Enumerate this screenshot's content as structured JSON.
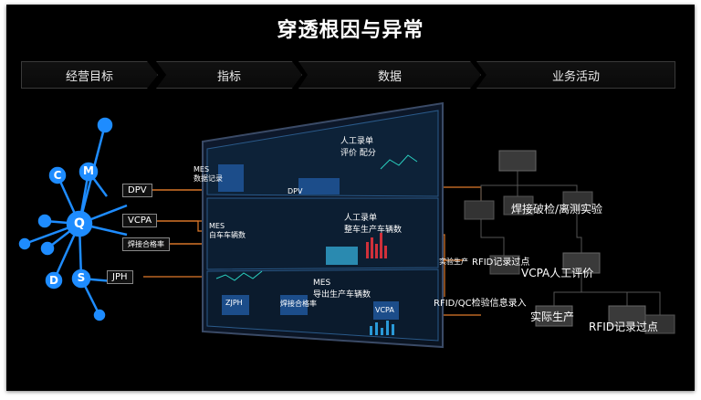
{
  "title": "穿透根因与异常",
  "steps": [
    "经营目标",
    "指标",
    "数据",
    "业务活动"
  ],
  "goal_nodes": [
    "C",
    "M",
    "Q",
    "D",
    "S"
  ],
  "indicators": [
    "DPV",
    "VCPA",
    "焊接合格率",
    "JPH"
  ],
  "data_sources": [
    "MES\n数据记录",
    "MES\n白车车辆数",
    "人工录单\n评价 配分",
    "人工录单\n整车生产车辆数",
    "MES\n导出生产车辆数"
  ],
  "screen_labels": [
    "DPV",
    "ZJPH",
    "焊接合格率",
    "VCPA"
  ],
  "activities": [
    "焊接破检/离测实验",
    "实验生产",
    "RFID记录过点",
    "VCPA人工评价",
    "RFID/QC检验信息录入",
    "实际生产",
    "RFID记录过点"
  ],
  "colors": {
    "accent": "#1e8cff",
    "link": "#e07a2a",
    "bg": "#000000"
  }
}
